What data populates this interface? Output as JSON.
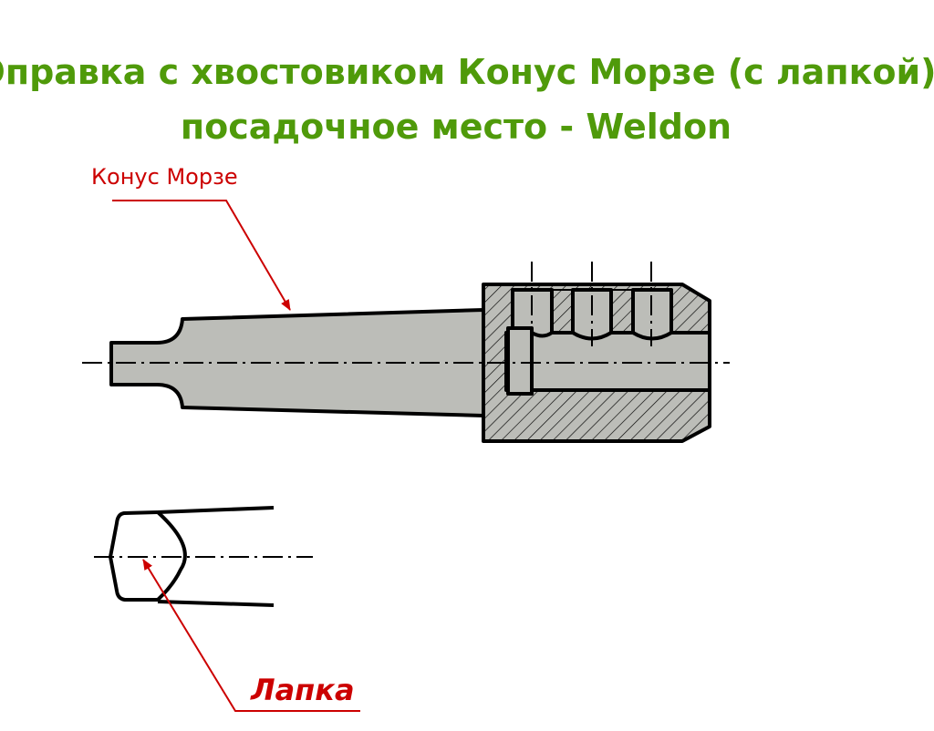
{
  "title": {
    "line1": "Оправка с хвостовиком Конус Морзе (с лапкой)",
    "line2": "посадочное место - Weldon"
  },
  "labels": {
    "morse_taper": "Конус Морзе",
    "tang": "Лапка"
  },
  "colors": {
    "title": "#4f9a0a",
    "leader": "#cc0000",
    "part_fill": "#bcbdb8",
    "outline": "#000000"
  }
}
